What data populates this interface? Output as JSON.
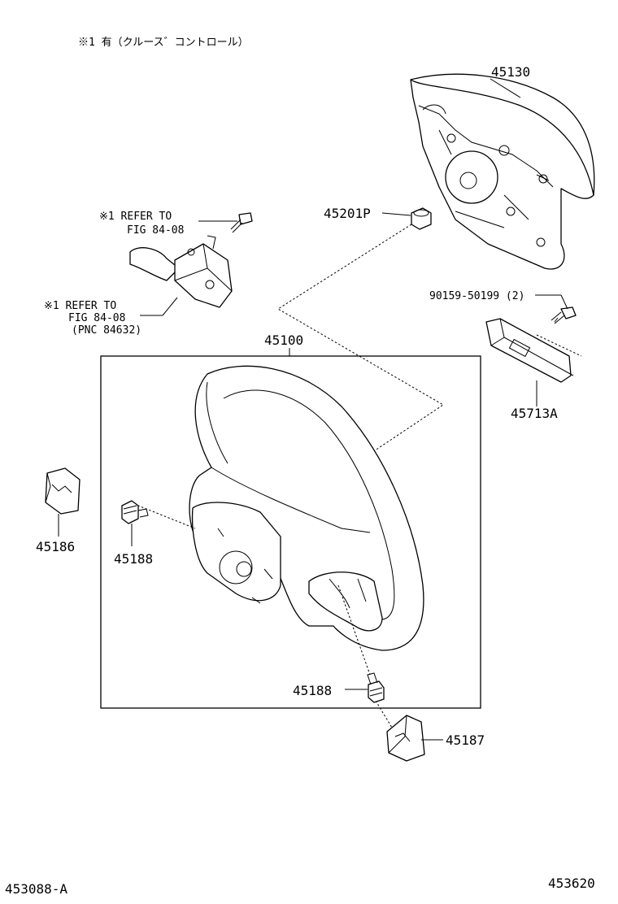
{
  "header_note": "※1  有（クルース゛コントロール）",
  "footer": {
    "left_code": "453088-A",
    "right_code": "453620"
  },
  "parts": {
    "p45130": "45130",
    "p45201P": "45201P",
    "p90159": "90159-50199 (2)",
    "p45713A": "45713A",
    "p45100": "45100",
    "p45186": "45186",
    "p45188_left": "45188",
    "p45188_bottom": "45188",
    "p45187": "45187"
  },
  "refs": {
    "ref1_line1": "※1 REFER TO",
    "ref1_line2": "FIG 84-08",
    "ref2_line1": "※1 REFER TO",
    "ref2_line2": "FIG 84-08",
    "ref2_line3": "(PNC 84632)"
  }
}
